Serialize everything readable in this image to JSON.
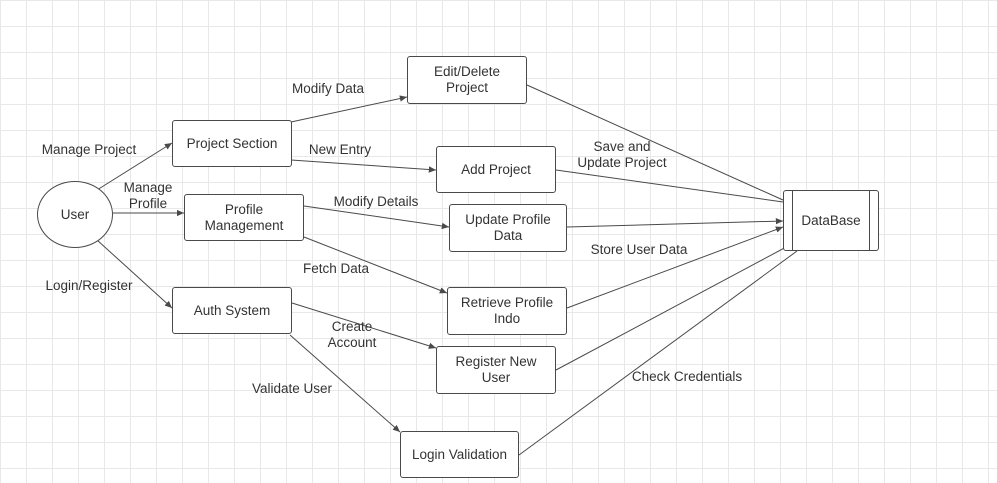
{
  "nodes": {
    "user": "User",
    "project_section": "Project Section",
    "profile_management": "Profile\nManagement",
    "auth_system": "Auth System",
    "edit_delete_project": "Edit/Delete\nProject",
    "add_project": "Add Project",
    "update_profile_data": "Update Profile\nData",
    "retrieve_profile_indo": "Retrieve Profile\nIndo",
    "register_new_user": "Register New\nUser",
    "login_validation": "Login Validation",
    "database": "DataBase"
  },
  "edge_labels": {
    "manage_project": "Manage Project",
    "manage_profile": "Manage\nProfile",
    "login_register": "Login/Register",
    "modify_data": "Modify Data",
    "new_entry": "New Entry",
    "modify_details": "Modify Details",
    "fetch_data": "Fetch Data",
    "create_account": "Create\nAccount",
    "validate_user": "Validate User",
    "save_and_update_project": "Save and\nUpdate Project",
    "store_user_data": "Store User Data",
    "check_credentials": "Check Credentials"
  },
  "colors": {
    "line": "#4a4a4a",
    "text": "#333333",
    "grid": "#e8e8e8"
  }
}
